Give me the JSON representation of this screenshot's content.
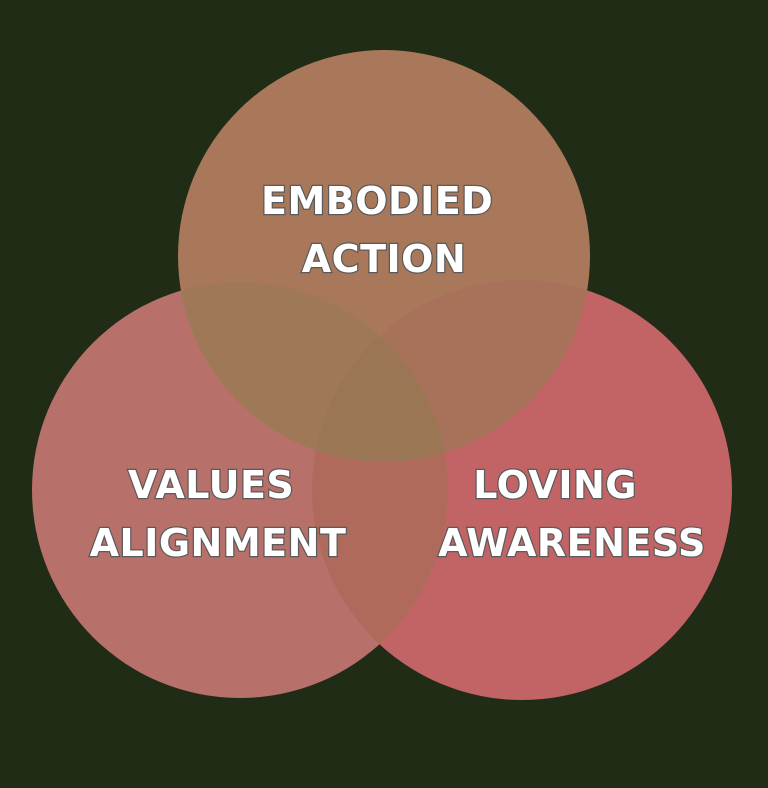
{
  "background_color": "#212c17",
  "circles": [
    {
      "id": "values",
      "lines": [
        "VALUES",
        "ALIGNMENT"
      ],
      "color": "#b8706a"
    },
    {
      "id": "loving",
      "lines": [
        "LOVING",
        "AWARENESS"
      ],
      "color": "#c26466"
    },
    {
      "id": "embodied",
      "lines": [
        "EMBODIED",
        "ACTION"
      ],
      "color": "#a97759"
    }
  ]
}
